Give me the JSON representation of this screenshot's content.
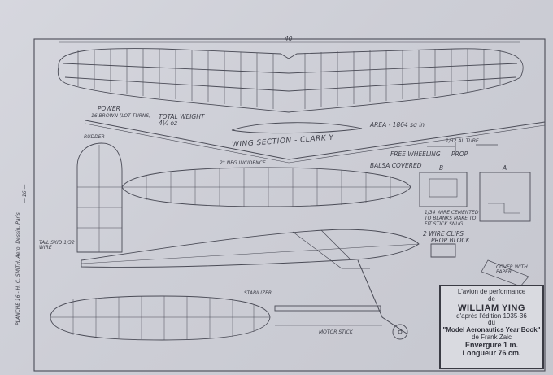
{
  "page_number": "— 16 —",
  "wing_span_dim": "40",
  "wing_section_label": "WING SECTION - CLARK Y",
  "area_label": "AREA - 1864 sq in",
  "power_label": "POWER",
  "rubber_label": "16 BROWN (LOT TURNS)",
  "total_weight_label": "TOTAL WEIGHT 4¼ oz",
  "balsa_covered_label": "BALSA COVERED",
  "free_wheeling_label": "FREE WHEELING",
  "prop_label": "PROP",
  "al_tube_label": "1/32 AL TUBE",
  "box_b_label": "B",
  "box_a_label": "A",
  "wire_note": "1/34 WIRE CEMENTED TO BLANKS MAKE TO FIT STICK SNUG",
  "wire_clips_label": "2 WIRE CLIPS",
  "prop_block_label": "PROP BLOCK",
  "cover_paper_label": "COVER WITH PAPER",
  "rudder_label": "RUDDER",
  "motor_stick_label": "MOTOR STICK",
  "angle_incidence_label": "2° NEG INCIDENCE",
  "stabilizer_label": "STABILIZER",
  "tail_skid_label": "TAIL SKID 1/32 WIRE",
  "side_credit": "PLANCHE 16 - H. C. SMITH, Aero. Dessin, Paris",
  "caption": {
    "line1": "L'avion de performance",
    "line2": "de",
    "name": "WILLIAM YING",
    "line4": "d'après l'édition 1935-36",
    "line5": "du",
    "book": "\"Model Aeronautics Year Book\"",
    "author": "de Frank Zaic",
    "span": "Envergure 1 m.",
    "length": "Longueur 76 cm."
  },
  "colors": {
    "paper": "#d3d4db",
    "ink": "#3d3e48",
    "caption_border": "#3a3b44"
  }
}
